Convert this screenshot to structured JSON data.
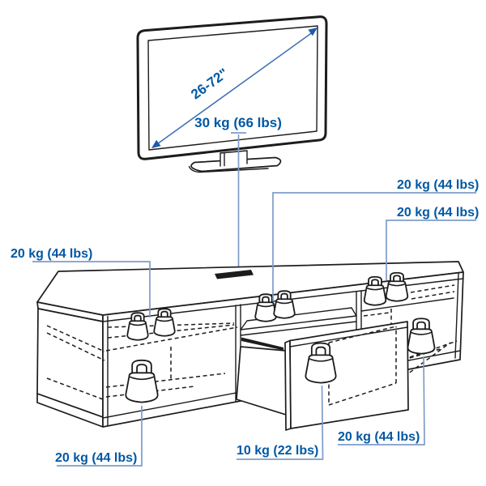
{
  "diagram": {
    "tv": {
      "size_range": "26-72\"",
      "max_load": "30 kg (66 lbs)"
    },
    "capacity_labels": {
      "left_shelf": "20 kg (44 lbs)",
      "middle_shelf": "20 kg (44 lbs)",
      "right_shelf": "20 kg (44 lbs)",
      "left_bottom": "20 kg (44 lbs)",
      "drawer": "10 kg (22 lbs)",
      "right_bottom": "20 kg (44 lbs)"
    },
    "icons": {
      "weight": "kettlebell-weight-icon",
      "down_arrow": "down-arrow-icon",
      "diagonal_arrow": "double-headed-arrow-icon"
    },
    "colors": {
      "label_text": "#0058a3",
      "leader_line": "#7e9cc9",
      "arrow_head": "#1e5aa8",
      "arrow_line": "#4272b4",
      "line": "#1c1c1c"
    }
  }
}
